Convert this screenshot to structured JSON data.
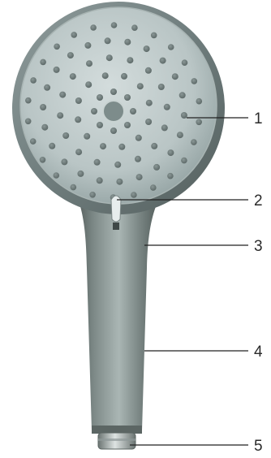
{
  "diagram": {
    "parts": [
      {
        "number": "1",
        "part": "spray-face"
      },
      {
        "number": "2",
        "part": "mode-selector"
      },
      {
        "number": "3",
        "part": "head-neck"
      },
      {
        "number": "4",
        "part": "handle"
      },
      {
        "number": "5",
        "part": "hose-connector"
      }
    ]
  }
}
